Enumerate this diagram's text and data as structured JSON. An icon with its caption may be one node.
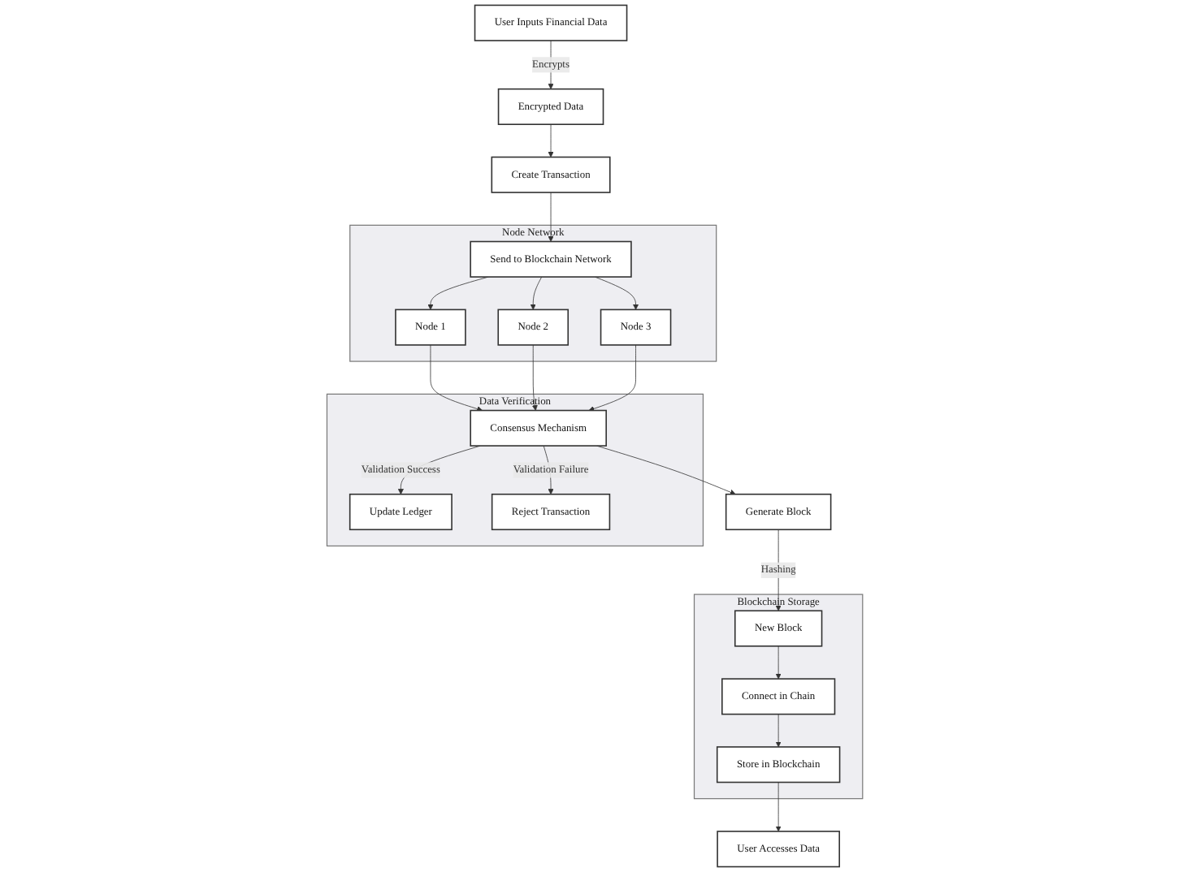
{
  "diagram": {
    "nodes": [
      {
        "text": [
          "User Inputs Financial Data"
        ]
      },
      {
        "text": [
          "Encrypted Data"
        ]
      },
      {
        "text": [
          "Create Transaction"
        ]
      },
      {
        "text": [
          "Node Network"
        ]
      },
      {
        "text": [
          "Send to Blockchain Network"
        ],
        "in": 3
      },
      {
        "text": [
          "Node 1"
        ],
        "in": 3
      },
      {
        "text": [
          "Node 2"
        ],
        "in": 3
      },
      {
        "text": [
          "Node 3"
        ],
        "in": 3
      },
      {
        "text": [
          "Data Verification"
        ]
      },
      {
        "text": [
          "Consensus Mechanism"
        ],
        "in": 8
      },
      {
        "text": [
          "Update Ledger"
        ],
        "in": 8
      },
      {
        "text": [
          "Reject Transaction"
        ],
        "in": 8
      },
      {
        "text": [
          "Generate Block"
        ]
      },
      {
        "text": [
          "Blockchain Storage"
        ]
      },
      {
        "text": [
          "New Block"
        ],
        "in": 13
      },
      {
        "text": [
          "Connect in Chain"
        ],
        "in": 13
      },
      {
        "text": [
          "Store in Blockchain"
        ],
        "in": 13
      },
      {
        "text": [
          "User Accesses Data"
        ]
      }
    ],
    "edges": [
      {
        "from": 0,
        "to": 1,
        "arrow": "to",
        "label": "Encrypts"
      },
      {
        "from": 1,
        "to": 2,
        "arrow": "to"
      },
      {
        "from": 2,
        "to": 4,
        "arrow": "to"
      },
      {
        "from": 4,
        "to": 5,
        "arrow": "to"
      },
      {
        "from": 4,
        "to": 6,
        "arrow": "to"
      },
      {
        "from": 4,
        "to": 7,
        "arrow": "to"
      },
      {
        "from": 5,
        "to": 9,
        "arrow": "to"
      },
      {
        "from": 6,
        "to": 9,
        "arrow": "to"
      },
      {
        "from": 7,
        "to": 9,
        "arrow": "to"
      },
      {
        "from": 9,
        "to": 10,
        "arrow": "to",
        "label": "Validation Success"
      },
      {
        "from": 9,
        "to": 11,
        "arrow": "to",
        "label": "Validation Failure"
      },
      {
        "from": 9,
        "to": 12,
        "arrow": "to"
      },
      {
        "from": 12,
        "to": 14,
        "arrow": "to",
        "label": "Hashing"
      },
      {
        "from": 14,
        "to": 15,
        "arrow": "to"
      },
      {
        "from": 15,
        "to": 16,
        "arrow": "to"
      },
      {
        "from": 16,
        "to": 17,
        "arrow": "to"
      }
    ]
  }
}
